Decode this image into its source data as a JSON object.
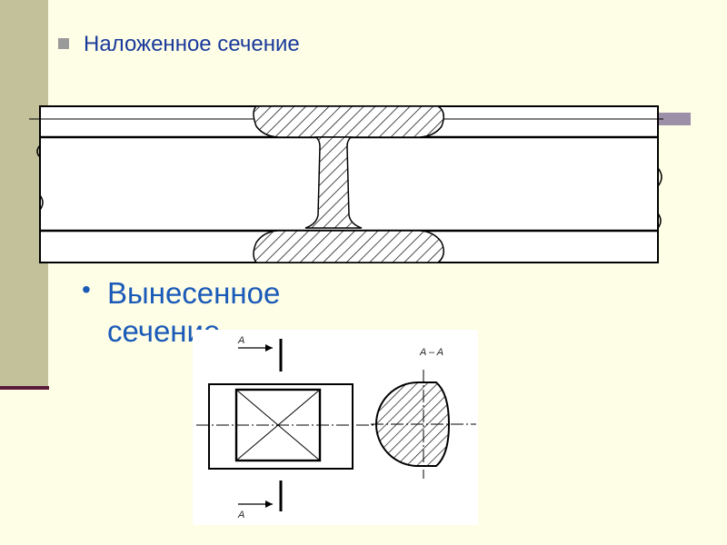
{
  "slide": {
    "heading_superimposed": "Наложенное сечение",
    "heading_removed": "Вынесенное сечение",
    "bullet_glyph": "•"
  },
  "drawing": {
    "label_top": "A",
    "label_bottom": "A",
    "label_section": "A – A"
  },
  "colors": {
    "background": "#fefde6",
    "sidebar": "#c2c19a",
    "sidebar_edge": "#5a1a3a",
    "heading_primary": "#1a3a9a",
    "heading_secondary": "#1a5ab8",
    "accent_bar": "#9c8fa8",
    "square_bullet": "#9a9a9a"
  }
}
